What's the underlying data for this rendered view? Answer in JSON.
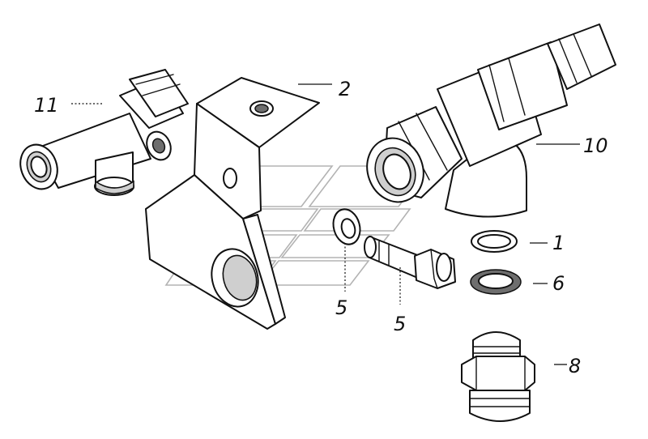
{
  "callouts": {
    "c1": "1",
    "c2": "2",
    "c5a": "5",
    "c5b": "5",
    "c6": "6",
    "c8": "8",
    "c10": "10",
    "c11": "11"
  },
  "watermark_icon": "kamaz-logo-icon"
}
